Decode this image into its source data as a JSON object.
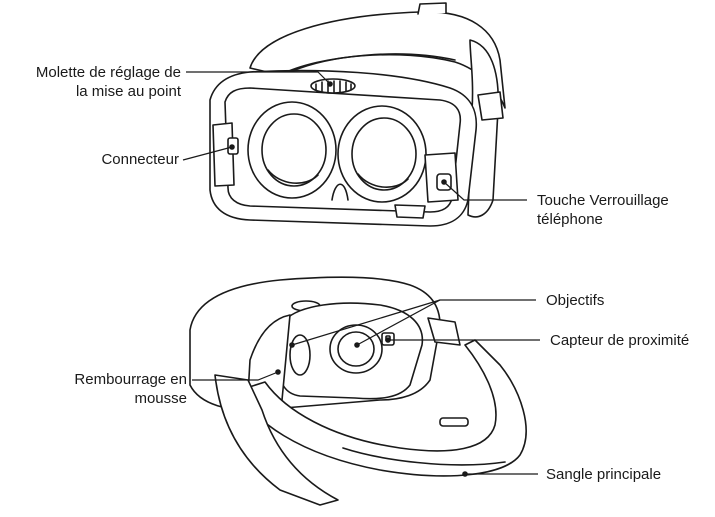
{
  "labels": {
    "focus_wheel": [
      "Molette de réglage de",
      "la mise au point"
    ],
    "connector": [
      "Connecteur"
    ],
    "lock_key": [
      "Touche Verrouillage",
      "téléphone"
    ],
    "lenses": [
      "Objectifs"
    ],
    "proximity_sensor": [
      "Capteur de proximité"
    ],
    "foam_padding": [
      "Rembourrage en",
      "mousse"
    ],
    "main_strap": [
      "Sangle principale"
    ]
  },
  "colors": {
    "line": "#1a1a1a",
    "fill": "#ffffff"
  }
}
